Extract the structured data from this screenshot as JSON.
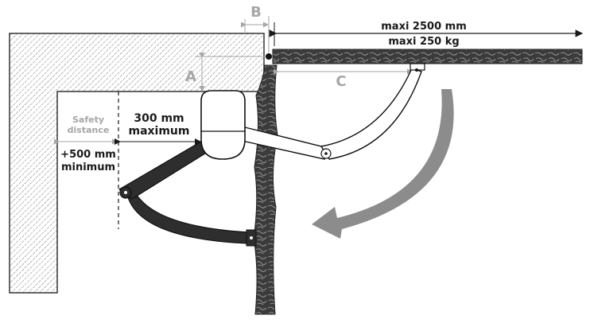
{
  "labels": {
    "b": "B",
    "a": "A",
    "c": "C",
    "max_length": "maxi 2500 mm",
    "max_weight": "maxi 250 kg",
    "safety_line1": "Safety",
    "safety_line2": "distance",
    "max_300_line1": "300 mm",
    "max_300_line2": "maximum",
    "min_500_line1": "+500 mm",
    "min_500_line2": "minimum"
  },
  "colors": {
    "hatch": "#555555",
    "gate": "#3b3b3b",
    "arm": "#2e2e2e",
    "guide": "#a6a6a6",
    "arrow": "#8c8c8c",
    "text": "#1a1a1a"
  }
}
